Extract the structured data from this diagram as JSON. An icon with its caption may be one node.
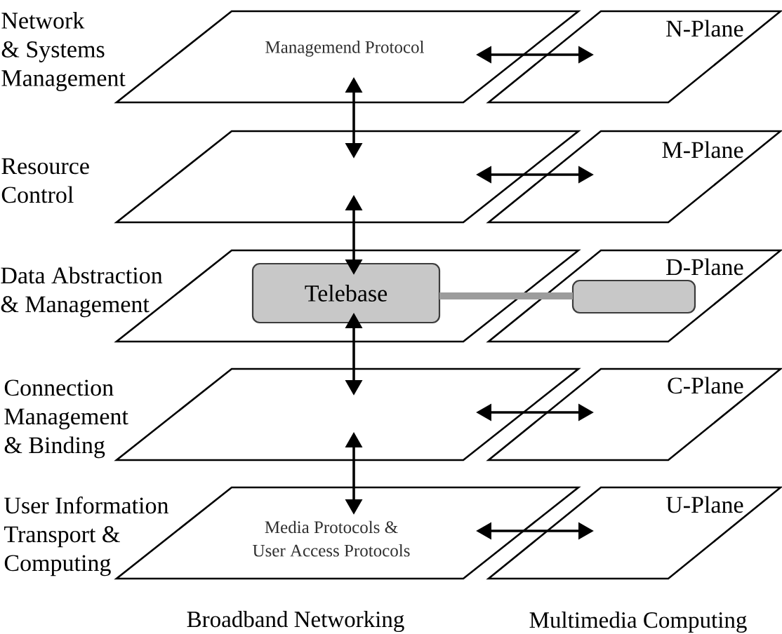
{
  "diagram": {
    "nodes": [
      {
        "text": [
          "Managemend Protocol"
        ],
        "beside": [
          "Network & Systems Management"
        ]
      },
      {
        "text": [
          "N-Plane"
        ]
      },
      {
        "text": [],
        "shape": "parallelogram",
        "beside": [
          "Resource Control"
        ]
      },
      {
        "text": [
          "M-Plane"
        ]
      },
      {
        "text": [],
        "shape": "parallelogram",
        "beside": [
          "Data Abstraction & Management"
        ]
      },
      {
        "text": [
          "Telebase"
        ],
        "in": 4
      },
      {
        "text": [
          "D-Plane"
        ]
      },
      {
        "text": [],
        "shape": "box",
        "in": 6
      },
      {
        "text": [],
        "shape": "parallelogram",
        "beside": [
          "Connection Management & Binding"
        ]
      },
      {
        "text": [
          "C-Plane"
        ]
      },
      {
        "text": [
          "Media Protocols & User Access Protocols"
        ],
        "beside": [
          "User Information Transport & Computing"
        ]
      },
      {
        "text": [
          "U-Plane"
        ]
      }
    ],
    "edges": [
      {
        "from": 0,
        "to": 1,
        "arrow": "both"
      },
      {
        "from": 0,
        "to": 2,
        "arrow": "both"
      },
      {
        "from": 2,
        "to": 3,
        "arrow": "both"
      },
      {
        "from": 2,
        "to": 5,
        "arrow": "both"
      },
      {
        "from": 5,
        "to": 7,
        "arrow": "none",
        "style": "thick",
        "color": "#9c9c9c"
      },
      {
        "from": 5,
        "to": 8,
        "arrow": "both"
      },
      {
        "from": 8,
        "to": 9,
        "arrow": "both"
      },
      {
        "from": 8,
        "to": 10,
        "arrow": "both"
      },
      {
        "from": 10,
        "to": 11,
        "arrow": "both"
      }
    ],
    "labels": [
      "Broadband Networking",
      "Multimedia Computing"
    ]
  }
}
